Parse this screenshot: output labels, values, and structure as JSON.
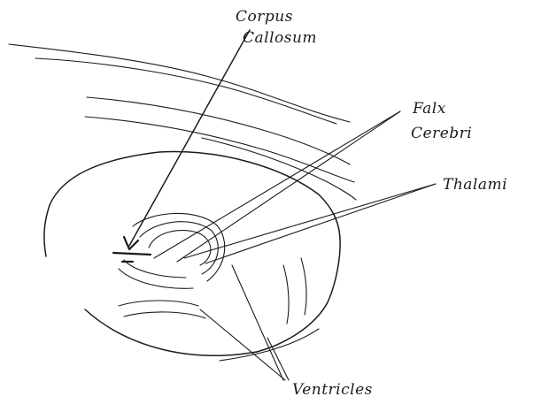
{
  "labels": {
    "corpus_callosum_line1": "Corpus",
    "corpus_callosum_line2": "Callosum",
    "falx_cerebri_line1": "Falx",
    "falx_cerebri_line2": "Cerebri",
    "thalami": "Thalami",
    "ventricles": "Ventricles"
  },
  "colors": {
    "ink": "#1b1b1b",
    "background": "#ffffff"
  }
}
